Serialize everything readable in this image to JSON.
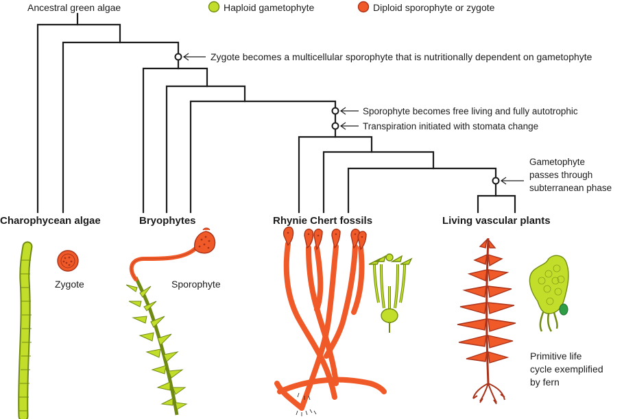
{
  "header": {
    "root_label": "Ancestral green algae",
    "legend": [
      {
        "label": "Haploid gametophyte",
        "color": "#c3dd2b"
      },
      {
        "label": "Diploid sporophyte or zygote",
        "color": "#f05a28"
      }
    ]
  },
  "events": {
    "zygote_multicellular": "Zygote becomes a multicellular sporophyte that is nutritionally dependent on gametophyte",
    "free_living": "Sporophyte becomes free living and fully autotrophic",
    "transpiration": "Transpiration initiated with stomata change",
    "subterranean_line1": "Gametophyte",
    "subterranean_line2": "passes through",
    "subterranean_line3": "subterranean phase"
  },
  "groups": {
    "charophycean": "Charophycean algae",
    "bryophytes": "Bryophytes",
    "rhynie": "Rhynie Chert fossils",
    "vascular": "Living vascular plants"
  },
  "illustrations": {
    "zygote": "Zygote",
    "sporophyte": "Sporophyte",
    "fern_line1": "Primitive life",
    "fern_line2": "cycle exemplified",
    "fern_line3": "by fern"
  }
}
